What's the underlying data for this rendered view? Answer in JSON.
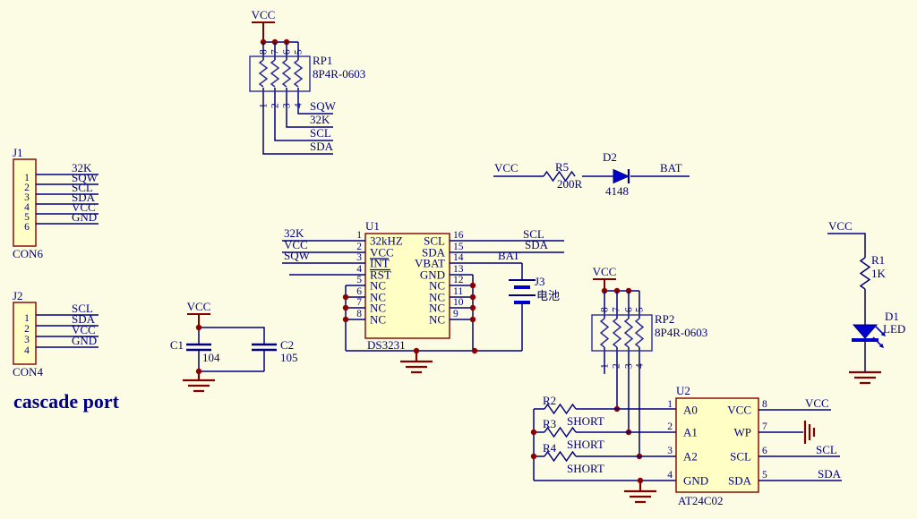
{
  "caption": "cascade port",
  "rp1": {
    "ref": "RP1",
    "part": "8P4R-0603",
    "power": "VCC",
    "top_pins": [
      "8",
      "7",
      "6",
      "5"
    ],
    "bottom_pins": [
      "1",
      "2",
      "3",
      "4"
    ],
    "nets": [
      "SQW",
      "32K",
      "SCL",
      "SDA"
    ]
  },
  "j1": {
    "ref": "J1",
    "footprint": "CON6",
    "pins": [
      "1",
      "2",
      "3",
      "4",
      "5",
      "6"
    ],
    "nets": [
      "32K",
      "SQW",
      "SCL",
      "SDA",
      "VCC",
      "GND"
    ]
  },
  "j2": {
    "ref": "J2",
    "footprint": "CON4",
    "pins": [
      "1",
      "2",
      "3",
      "4"
    ],
    "nets": [
      "SCL",
      "SDA",
      "VCC",
      "GND"
    ]
  },
  "decoupling": {
    "power": "VCC",
    "c1_ref": "C1",
    "c1_val": "104",
    "c2_ref": "C2",
    "c2_val": "105"
  },
  "charge": {
    "power": "VCC",
    "r_ref": "R5",
    "r_val": "200R",
    "d_ref": "D2",
    "d_val": "4148",
    "net": "BAT"
  },
  "u1": {
    "ref": "U1",
    "part": "DS3231",
    "left_numbers": [
      "1",
      "2",
      "3",
      "4",
      "5",
      "6",
      "7",
      "8"
    ],
    "left_names": [
      "32kHZ",
      "VCC",
      "INT",
      "RST",
      "NC",
      "NC",
      "NC",
      "NC"
    ],
    "left_nets": [
      "32K",
      "VCC",
      "SQW"
    ],
    "right_numbers": [
      "16",
      "15",
      "14",
      "13",
      "12",
      "11",
      "10",
      "9"
    ],
    "right_names": [
      "SCL",
      "SDA",
      "VBAT",
      "GND",
      "NC",
      "NC",
      "NC",
      "NC"
    ],
    "right_nets": [
      "SCL",
      "SDA",
      "BAT"
    ]
  },
  "battery": {
    "ref": "J3",
    "label": "电池"
  },
  "rp2": {
    "ref": "RP2",
    "part": "8P4R-0603",
    "power": "VCC",
    "top_pins": [
      "8",
      "7",
      "6",
      "5"
    ],
    "bottom_pins": [
      "1",
      "2",
      "3",
      "4"
    ]
  },
  "addr": {
    "r_refs": [
      "R2",
      "R3",
      "R4"
    ],
    "r_vals": [
      "SHORT",
      "SHORT",
      "SHORT"
    ]
  },
  "u2": {
    "ref": "U2",
    "part": "AT24C02",
    "left_numbers": [
      "1",
      "2",
      "3",
      "4"
    ],
    "left_names": [
      "A0",
      "A1",
      "A2",
      "GND"
    ],
    "right_numbers": [
      "8",
      "7",
      "6",
      "5"
    ],
    "right_names": [
      "VCC",
      "WP",
      "SCL",
      "SDA"
    ],
    "right_nets": [
      "VCC",
      "SCL",
      "SDA"
    ]
  },
  "led": {
    "power": "VCC",
    "r_ref": "R1",
    "r_val": "1K",
    "d_ref": "D1",
    "d_val": "LED"
  },
  "colors": {
    "background": "#FCFBE4",
    "wire": "#000082",
    "power_symbol": "#800000",
    "component_fill": "#FFFFC5",
    "component_border": "#800000",
    "resistor_pack_border": "#2A2AA0",
    "diode_fill": "#0000CD",
    "text": "#000082"
  }
}
